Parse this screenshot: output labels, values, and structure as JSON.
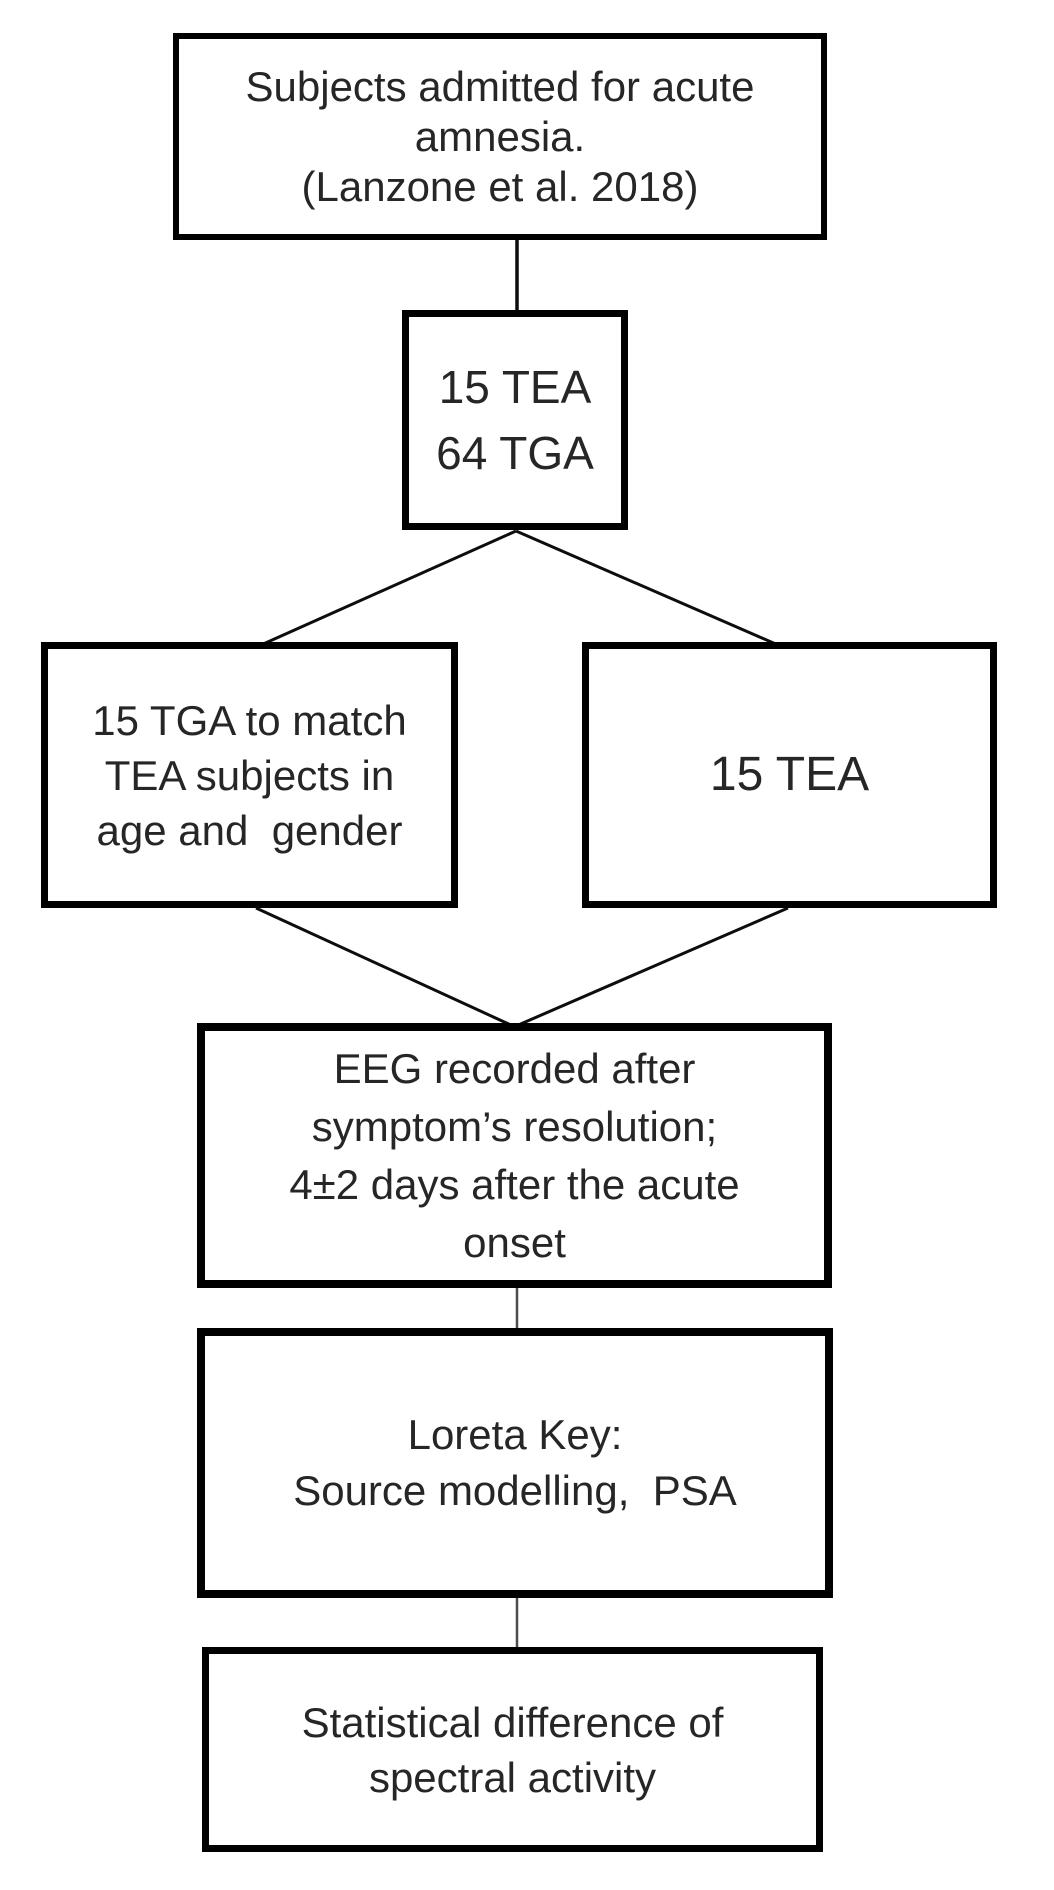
{
  "figure": {
    "type": "flowchart",
    "background_color": "#ffffff",
    "box_border_color": "#000000",
    "text_color": "#262626",
    "connector_color_primary": "#0d0d0d",
    "connector_color_secondary": "#4d4d4d"
  },
  "nodes": [
    {
      "id": "subjects",
      "lines": [
        "Subjects admitted for acute",
        "amnesia.",
        "(Lanzone et al. 2018)"
      ]
    },
    {
      "id": "cohort",
      "lines": [
        "15 TEA",
        "64 TGA"
      ]
    },
    {
      "id": "tga-match",
      "lines": [
        "15 TGA to match",
        "TEA subjects in",
        "age and  gender"
      ]
    },
    {
      "id": "tea",
      "lines": [
        "15 TEA"
      ]
    },
    {
      "id": "eeg",
      "lines": [
        "EEG recorded after",
        "symptom’s resolution;",
        "4±2 days after the acute",
        "onset"
      ]
    },
    {
      "id": "loreta",
      "lines": [
        "Loreta Key:",
        "Source modelling,  PSA"
      ]
    },
    {
      "id": "stats",
      "lines": [
        "Statistical difference of",
        "spectral activity"
      ]
    }
  ],
  "edges": [
    {
      "from": "subjects",
      "to": "cohort"
    },
    {
      "from": "cohort",
      "to": "tga-match"
    },
    {
      "from": "cohort",
      "to": "tea"
    },
    {
      "from": "tga-match",
      "to": "eeg"
    },
    {
      "from": "tea",
      "to": "eeg"
    },
    {
      "from": "eeg",
      "to": "loreta"
    },
    {
      "from": "loreta",
      "to": "stats"
    }
  ]
}
